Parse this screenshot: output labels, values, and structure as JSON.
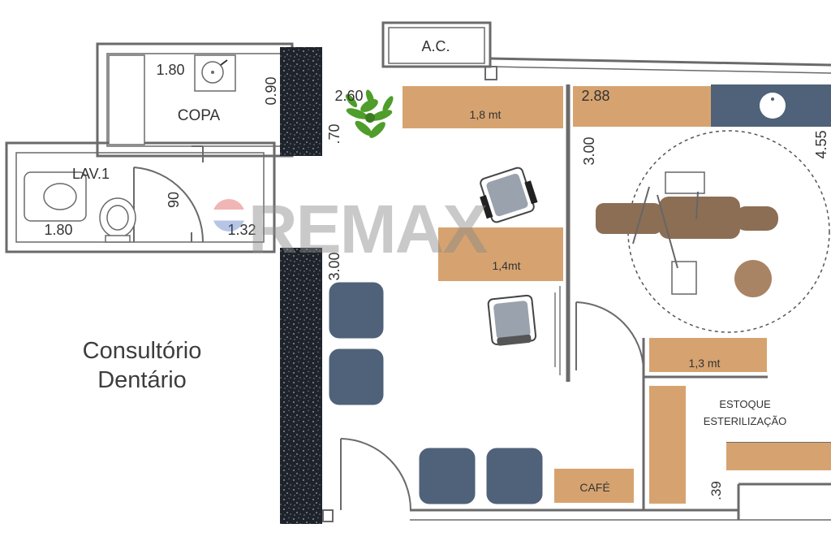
{
  "title": {
    "line1": "Consultório",
    "line2": "Dentário"
  },
  "watermark": {
    "text": "RE/MAX",
    "display_text": "REMAX"
  },
  "rooms": {
    "copa": "COPA",
    "lav": "LAV.1",
    "ac": "A.C.",
    "estoque_1": "ESTOQUE",
    "estoque_2": "ESTERILIZAÇÃO",
    "cafe": "CAFÉ"
  },
  "furniture": {
    "counter_top": "1,8 mt",
    "desk_mid": "1,4mt",
    "counter_right": "1,3 mt"
  },
  "dimensions": {
    "copa_width": "1.80",
    "copa_depth": "0.90",
    "lav_width": "1.80",
    "lav_depth": "90",
    "lav_passage": "1.32",
    "room_width": "2.60",
    "room_offset": ".70",
    "room_height": "3.00",
    "waiting_height": "3.00",
    "clinic_width": "2.88",
    "clinic_height": "4.55",
    "step": ".39"
  },
  "colors": {
    "wall": "#6a6a6a",
    "wood": "#d6a370",
    "seat": "#50627a",
    "granite": "#1f242c",
    "blue_cabinet": "#4f6279",
    "dental_chair": "#8c6e55"
  }
}
